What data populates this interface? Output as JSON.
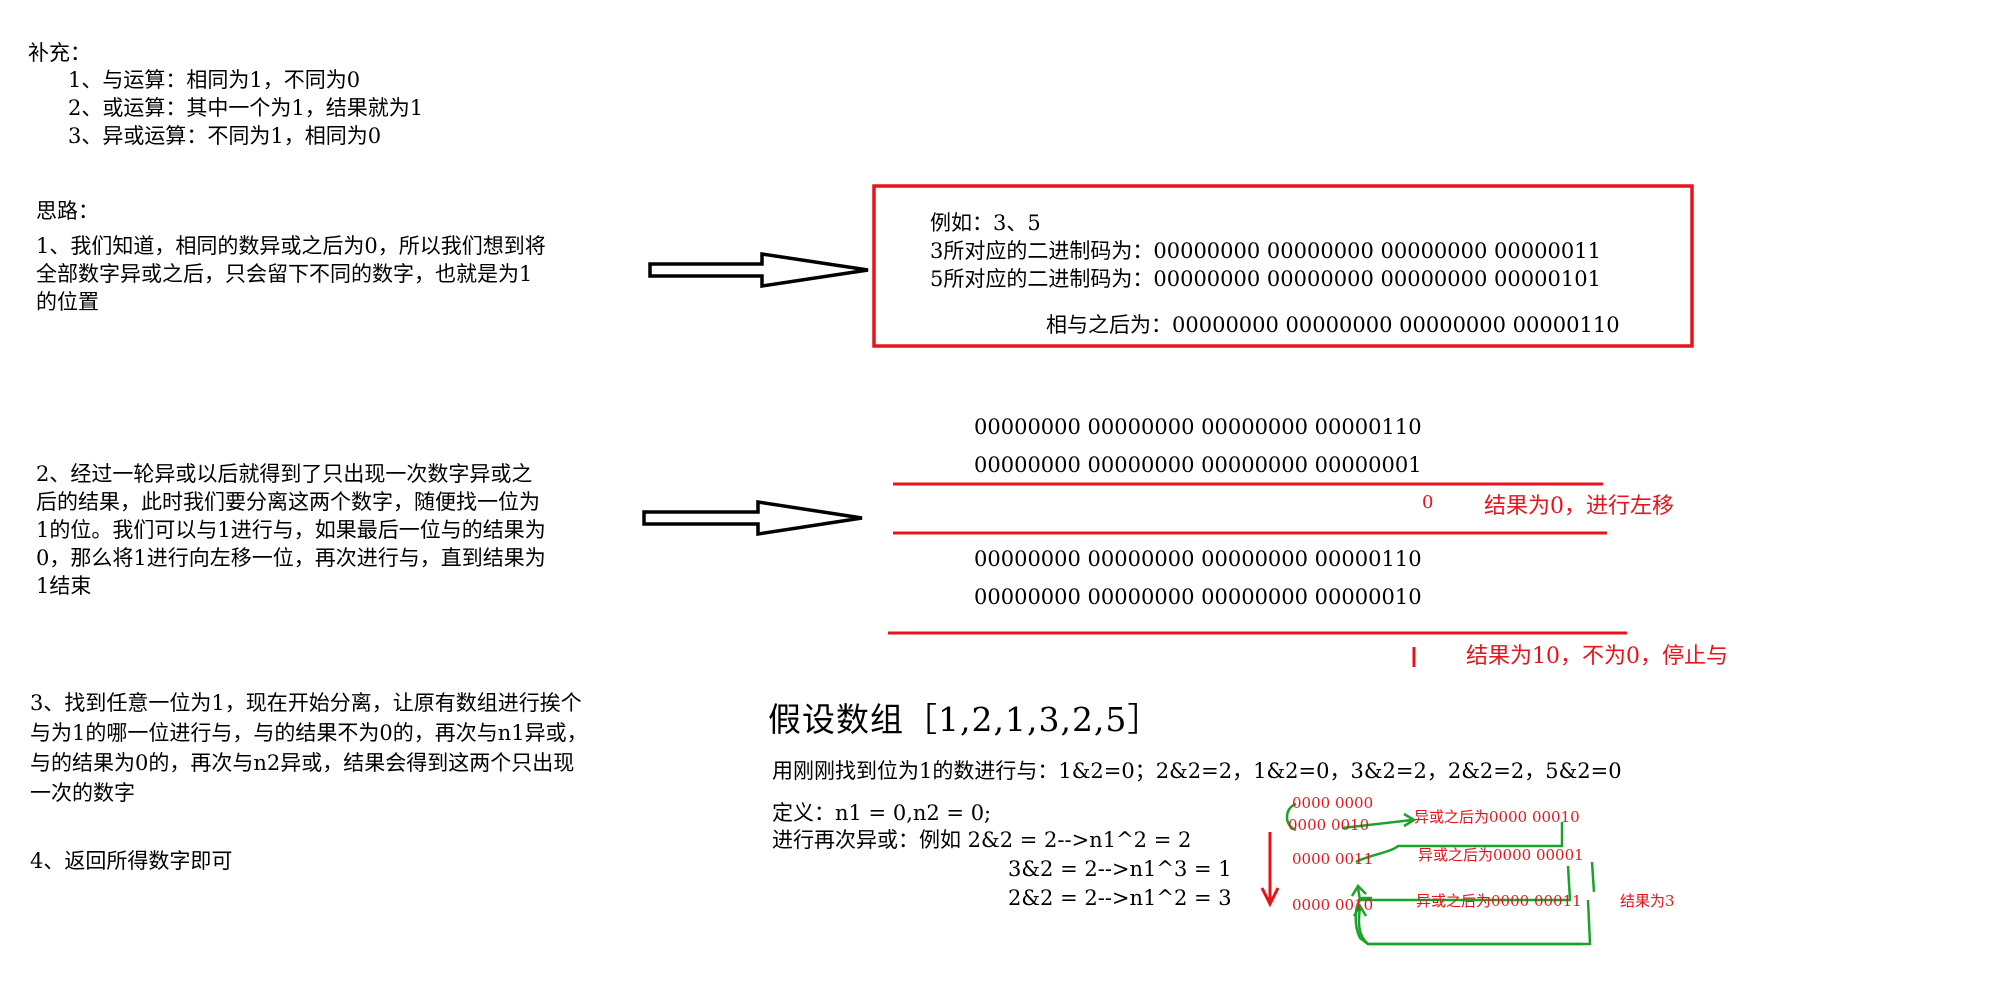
{
  "supplement": {
    "heading": "补充：",
    "items": [
      "1、与运算：相同为1，不同为0",
      "2、或运算：其中一个为1，结果就为1",
      "3、异或运算：不同为1，相同为0"
    ]
  },
  "approach": {
    "heading": "思路：",
    "step1": [
      "1、我们知道，相同的数异或之后为0，所以我们想到将",
      "全部数字异或之后，只会留下不同的数字，也就是为1",
      "的位置"
    ],
    "step2": [
      "2、经过一轮异或以后就得到了只出现一次数字异或之",
      "后的结果，此时我们要分离这两个数字，随便找一位为",
      "1的位。我们可以与1进行与，如果最后一位与的结果为",
      "0，那么将1进行向左移一位，再次进行与，直到结果为",
      "1结束"
    ],
    "step3": [
      "3、找到任意一位为1，现在开始分离，让原有数组进行挨个",
      "与为1的哪一位进行与，与的结果不为0的，再次与n1异或，",
      "与的结果为0的，再次与n2异或，结果会得到这两个只出现",
      "一次的数字"
    ],
    "step4": "4、返回所得数字即可"
  },
  "example_box": {
    "title": "例如：3、5",
    "line3": "3所对应的二进制码为：00000000 00000000 00000000 00000011",
    "line5": "5所对应的二进制码为：00000000 00000000 00000000 00000101",
    "result": "相与之后为：00000000 00000000 00000000 00000110"
  },
  "shift": {
    "a1": "00000000 00000000 00000000 00000110",
    "b1": "00000000 00000000 00000000 00000001",
    "zero": "0",
    "note1": "结果为0，进行左移",
    "a2": "00000000 00000000 00000000 00000110",
    "b2": "00000000 00000000 00000000 00000010",
    "note2": "结果为10，不为0，停止与"
  },
  "array": {
    "title": "假设数组［1,2,1,3,2,5］",
    "and_line": "用刚刚找到位为1的数进行与：1&2=0；2&2=2，1&2=0，3&2=2，2&2=2，5&2=0",
    "define": "定义：n1 = 0,n2 = 0;",
    "eq1": "进行再次异或：例如 2&2 = 2-->n1^2 = 2",
    "eq2": "3&2 = 2-->n1^3 = 1",
    "eq3": "2&2 = 2-->n1^2 = 3"
  },
  "xor_notes": {
    "top_a": "0000 0000",
    "top_b": "0000 0010",
    "res1": "异或之后为0000 00010",
    "mid": "0000 0011",
    "res2": "异或之后为0000 00001",
    "bot": "0000 0010",
    "res3": "异或之后为0000 00011",
    "final": "结果为3"
  },
  "colors": {
    "red": "#e8141c",
    "green": "#1aa32a",
    "black": "#000000"
  }
}
